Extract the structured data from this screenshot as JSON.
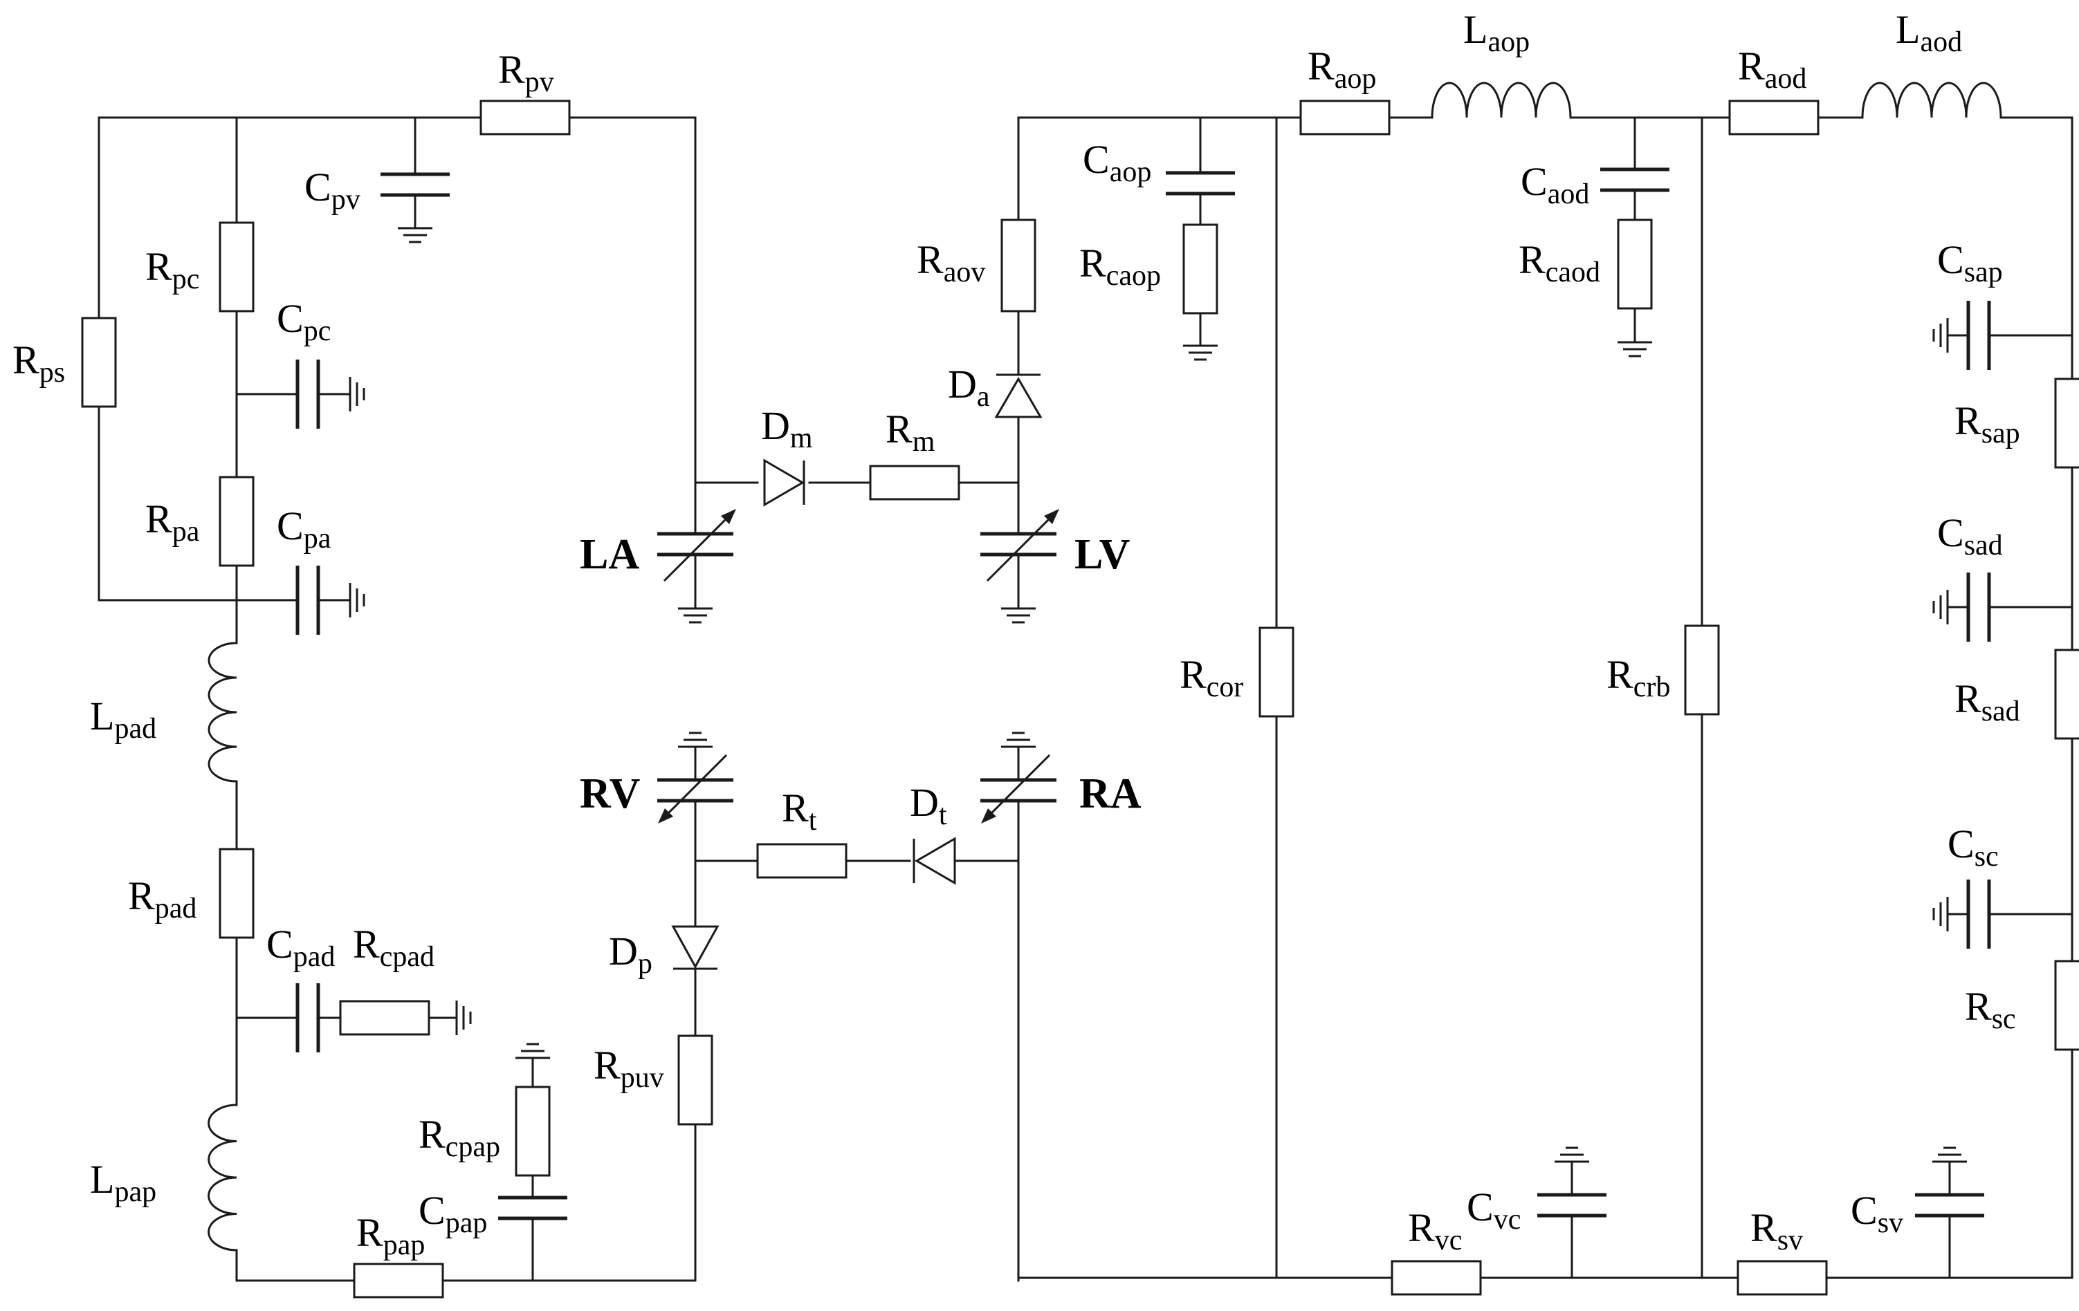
{
  "chambers": {
    "LA": "LA",
    "LV": "LV",
    "RV": "RV",
    "RA": "RA"
  },
  "labels": {
    "Rpv": {
      "main": "R",
      "sub": "pv"
    },
    "Cpv": {
      "main": "C",
      "sub": "pv"
    },
    "Rpc": {
      "main": "R",
      "sub": "pc"
    },
    "Cpc": {
      "main": "C",
      "sub": "pc"
    },
    "Rps": {
      "main": "R",
      "sub": "ps"
    },
    "Rpa": {
      "main": "R",
      "sub": "pa"
    },
    "Cpa": {
      "main": "C",
      "sub": "pa"
    },
    "Lpad": {
      "main": "L",
      "sub": "pad"
    },
    "Rpad": {
      "main": "R",
      "sub": "pad"
    },
    "Cpad": {
      "main": "C",
      "sub": "pad"
    },
    "Rcpad": {
      "main": "R",
      "sub": "cpad"
    },
    "Lpap": {
      "main": "L",
      "sub": "pap"
    },
    "Rcpap": {
      "main": "R",
      "sub": "cpap"
    },
    "Cpap": {
      "main": "C",
      "sub": "pap"
    },
    "Rpap": {
      "main": "R",
      "sub": "pap"
    },
    "Dm": {
      "main": "D",
      "sub": "m"
    },
    "Rm": {
      "main": "R",
      "sub": "m"
    },
    "Da": {
      "main": "D",
      "sub": "a"
    },
    "Raov": {
      "main": "R",
      "sub": "aov"
    },
    "Rt": {
      "main": "R",
      "sub": "t"
    },
    "Dt": {
      "main": "D",
      "sub": "t"
    },
    "Dp": {
      "main": "D",
      "sub": "p"
    },
    "Rpuv": {
      "main": "R",
      "sub": "puv"
    },
    "Raop": {
      "main": "R",
      "sub": "aop"
    },
    "Laop": {
      "main": "L",
      "sub": "aop"
    },
    "Caop": {
      "main": "C",
      "sub": "aop"
    },
    "Rcaop": {
      "main": "R",
      "sub": "caop"
    },
    "Raod": {
      "main": "R",
      "sub": "aod"
    },
    "Laod": {
      "main": "L",
      "sub": "aod"
    },
    "Caod": {
      "main": "C",
      "sub": "aod"
    },
    "Rcaod": {
      "main": "R",
      "sub": "caod"
    },
    "Csap": {
      "main": "C",
      "sub": "sap"
    },
    "Rsap": {
      "main": "R",
      "sub": "sap"
    },
    "Csad": {
      "main": "C",
      "sub": "sad"
    },
    "Rsad": {
      "main": "R",
      "sub": "sad"
    },
    "Csc": {
      "main": "C",
      "sub": "sc"
    },
    "Rsc": {
      "main": "R",
      "sub": "sc"
    },
    "Rcor": {
      "main": "R",
      "sub": "cor"
    },
    "Rcrb": {
      "main": "R",
      "sub": "crb"
    },
    "Rvc": {
      "main": "R",
      "sub": "vc"
    },
    "Cvc": {
      "main": "C",
      "sub": "vc"
    },
    "Rsv": {
      "main": "R",
      "sub": "sv"
    },
    "Csv": {
      "main": "C",
      "sub": "sv"
    }
  }
}
